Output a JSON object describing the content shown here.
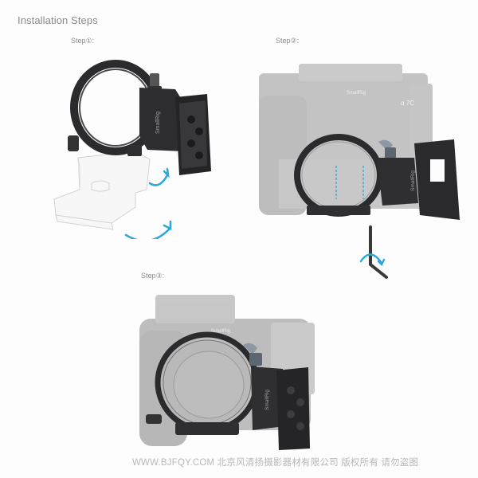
{
  "page": {
    "title": "Installation Steps"
  },
  "steps": [
    {
      "label": "Step①:",
      "figure": "rotating-mount-plate-removal",
      "brand_mark": "SmallRig"
    },
    {
      "label": "Step②:",
      "figure": "mount-ring-onto-camera-with-hex-key",
      "brand_mark": "SmallRig",
      "camera_marking": "α 7C"
    },
    {
      "label": "Step③:",
      "figure": "mounted-assembly-on-camera",
      "brand_mark": "SmallRig"
    }
  ],
  "colors": {
    "arrow_accent": "#2fa8d8",
    "product_dark": "#2b2b2d",
    "camera_ghost": "#b9b9b9",
    "text_gray": "#8a8a8a"
  },
  "watermark": {
    "text": "WWW.BJFQY.COM 北京风清扬摄影器材有限公司 版权所有 请勿盗图"
  }
}
